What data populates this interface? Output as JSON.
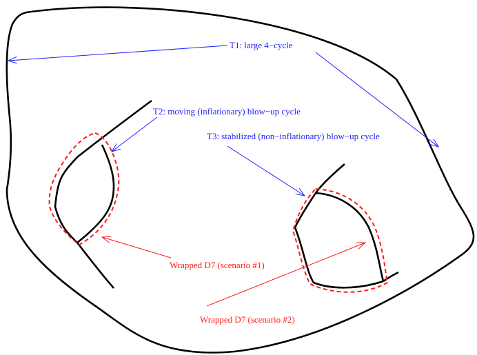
{
  "colors": {
    "outline": "#000000",
    "blue": "#1f1fff",
    "red": "#ff1a1a"
  },
  "labels": {
    "t1": "T1: large 4−cycle",
    "t2": "T2: moving (inflationary) blow−up cycle",
    "t3": "T3: stabilized (non−inflationary) blow−up cycle",
    "d7_1": "Wrapped D7 (scenario #1)",
    "d7_2": "Wrapped D7 (scenario #2)"
  }
}
